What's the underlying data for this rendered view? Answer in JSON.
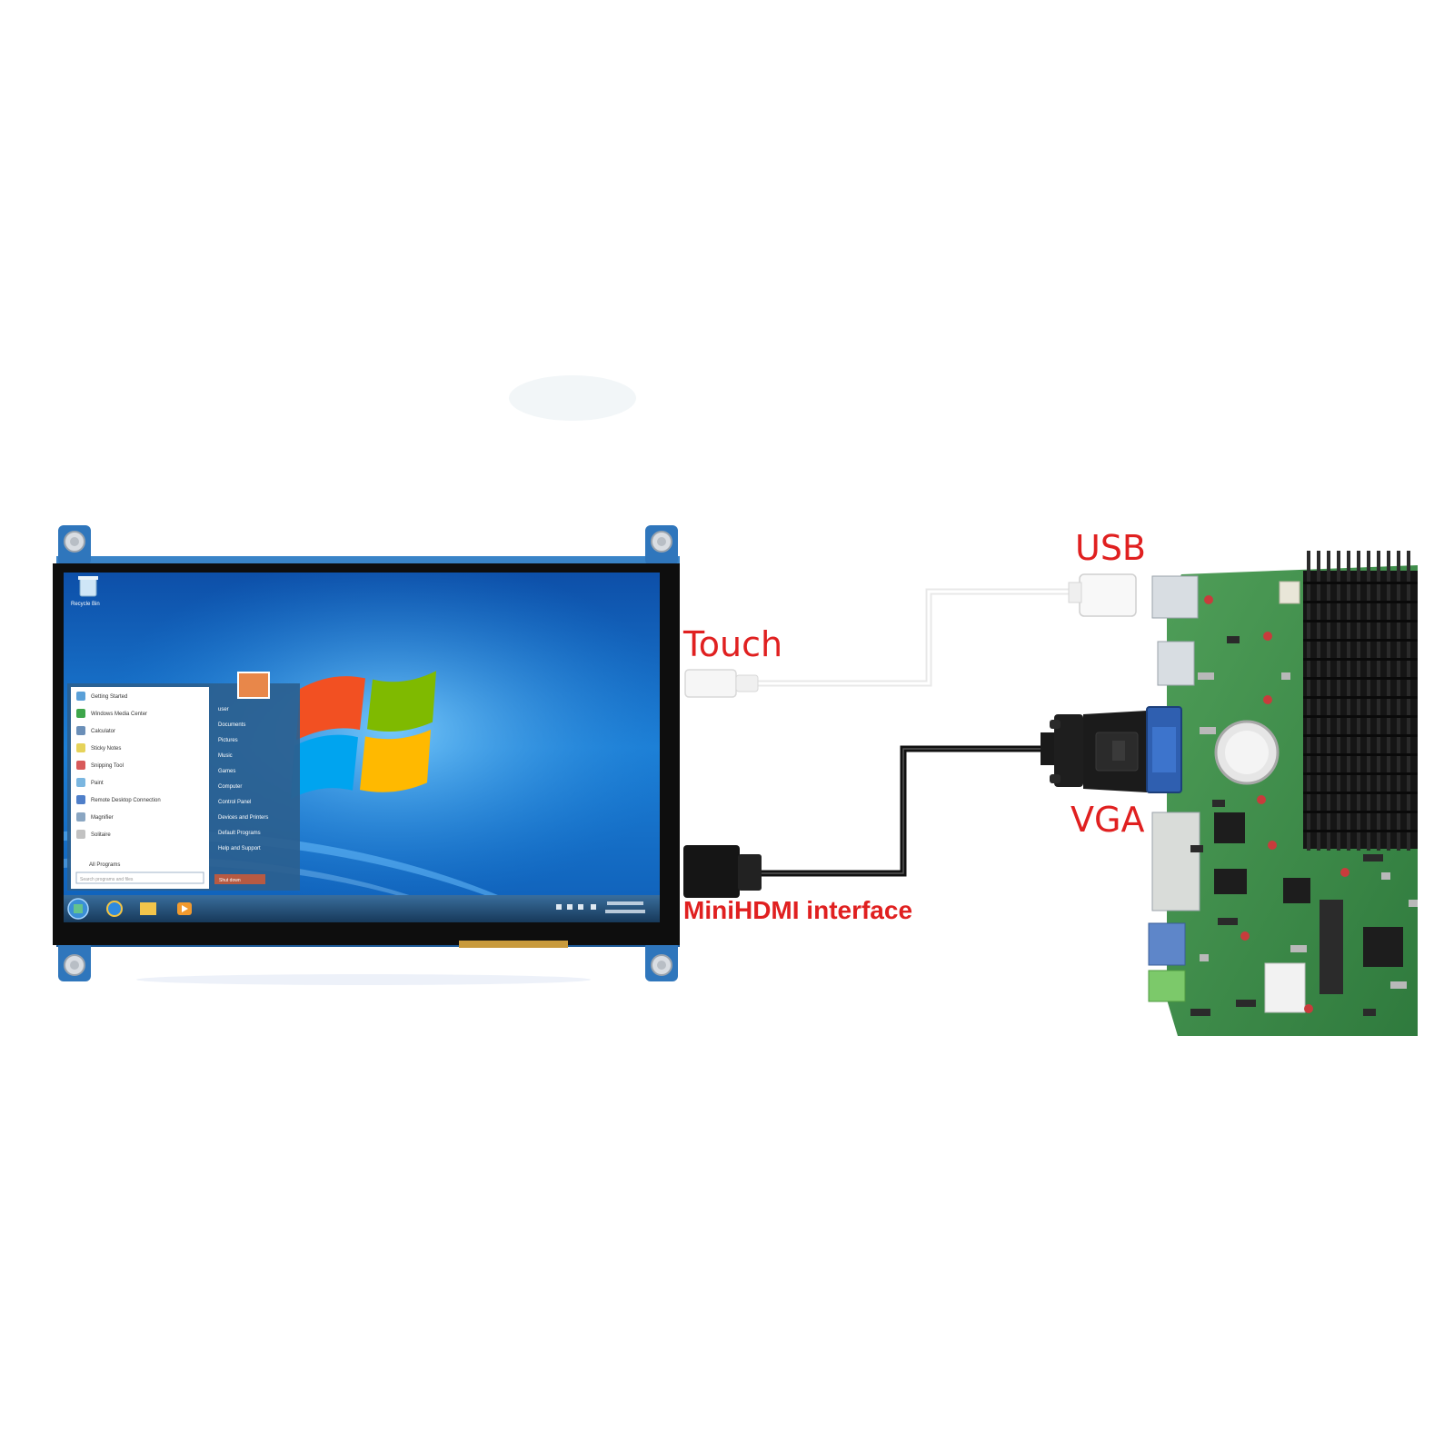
{
  "labels": {
    "touch": "Touch",
    "usb": "USB",
    "vga": "VGA",
    "hdmi": "MiniHDMI interface"
  },
  "colors": {
    "label": "#e02020",
    "screen_bezel": "#101010",
    "monitor_frame": "#2a6fb5",
    "desktop_blue": "#1a73c9",
    "pcb_green": "#3f8f4a",
    "heatsink": "#1a1a1a",
    "cable_white": "#e8e8e8",
    "cable_black": "#111111",
    "vga_blue": "#2f5fb0"
  },
  "screen": {
    "os": "Windows 7",
    "recycle_bin_label": "Recycle Bin",
    "start_menu": {
      "left_items": [
        "Getting Started",
        "Windows Media Center",
        "Calculator",
        "Sticky Notes",
        "Snipping Tool",
        "Paint",
        "Remote Desktop Connection",
        "Magnifier",
        "Solitaire"
      ],
      "all_programs": "All Programs",
      "search_placeholder": "Search programs and files",
      "right_items": [
        "user",
        "Documents",
        "Pictures",
        "Music",
        "Games",
        "Computer",
        "Control Panel",
        "Devices and Printers",
        "Default Programs",
        "Help and Support"
      ],
      "shutdown": "Shut down"
    }
  },
  "icons": [
    "recycle-bin-icon",
    "windows-logo-icon",
    "start-orb-icon",
    "ie-icon",
    "explorer-folder-icon",
    "media-player-icon",
    "usb-connector-icon",
    "vga-connector-icon",
    "mini-hdmi-connector-icon",
    "heatsink-icon",
    "coin-battery-icon"
  ]
}
